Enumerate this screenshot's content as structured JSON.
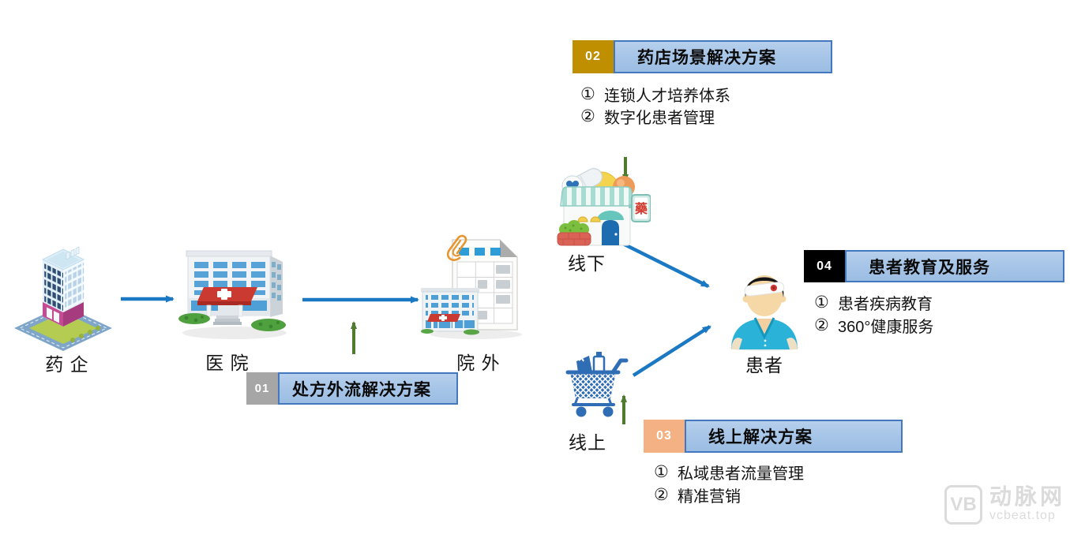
{
  "nodes": {
    "pharma": {
      "label": "药 企"
    },
    "hospital": {
      "label": "医 院"
    },
    "outside": {
      "label": "院 外"
    },
    "offline": {
      "label": "线下"
    },
    "online": {
      "label": "线上"
    },
    "patient": {
      "label": "患者"
    }
  },
  "pharmacy": {
    "sign": "藥"
  },
  "solutions": {
    "s1": {
      "num": "01",
      "title": "处方外流解决方案",
      "items": []
    },
    "s2": {
      "num": "02",
      "title": "药店场景解决方案",
      "items": [
        {
          "bullet": "①",
          "text": "连锁人才培养体系"
        },
        {
          "bullet": "②",
          "text": "数字化患者管理"
        }
      ]
    },
    "s3": {
      "num": "03",
      "title": "线上解决方案",
      "items": [
        {
          "bullet": "①",
          "text": "私域患者流量管理"
        },
        {
          "bullet": "②",
          "text": "精准营销"
        }
      ]
    },
    "s4": {
      "num": "04",
      "title": "患者教育及服务",
      "items": [
        {
          "bullet": "①",
          "text": "患者疾病教育"
        },
        {
          "bullet": "②",
          "text": "360°健康服务"
        }
      ]
    }
  },
  "colors": {
    "arrow_blue": "#1B78C3",
    "arrow_green": "#4F7B2F",
    "bar_fill": "#A9C6E8",
    "bar_border": "#4478BE",
    "num1_bg": "#A6A6A6",
    "num2_bg": "#BF8F00",
    "num3_bg": "#F4B183",
    "num4_bg": "#000000",
    "watermark": "#DBDBDB"
  },
  "watermark": {
    "logo": "VB",
    "name": "动脉网",
    "site": "vcbeat.top"
  }
}
